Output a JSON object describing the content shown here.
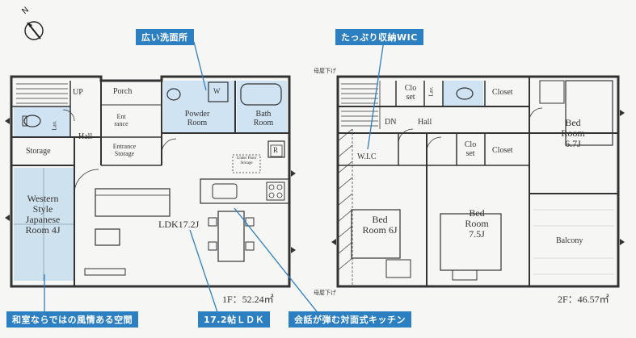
{
  "callouts": {
    "washroom": "広い洗面所",
    "wic": "たっぷり収納WIC",
    "japanese_room": "和室ならではの風情ある空間",
    "ldk": "17.2帖ＬＤＫ",
    "kitchen": "会話が弾む対面式キッチン"
  },
  "floor1": {
    "area": "1F：52.24㎡",
    "rooms": {
      "up": "UP",
      "porch": "Porch",
      "powder_room": "Powder Room",
      "bath_room": "Bath Room",
      "w_mark": "W",
      "hall": "Hall",
      "entrance": "Ent rance",
      "entrance_storage": "Entrance Storage",
      "storage": "Storage",
      "western_japanese": "Western Style Japanese Room 4J",
      "ldk": "LDK17.2J",
      "under_floor": "Under Floor Storage",
      "r_mark": "R",
      "lav": "Lav."
    }
  },
  "floor2": {
    "area": "2F：46.57㎡",
    "rooms": {
      "dn": "DN",
      "hall": "Hall",
      "closet_a": "Clo set",
      "lav": "Lav.",
      "closet_b": "Closet",
      "bed1": "Bed Room 6.7J",
      "wic": "W.I.C",
      "closet_c": "Clo set",
      "closet_d": "Closet",
      "bed2": "Bed Room 6J",
      "bed3": "Bed Room 7.5J",
      "balcony": "Balcony",
      "ceiling_top": "母屋下げ",
      "ceiling_bottom": "母屋下げ"
    }
  },
  "compass": {
    "north": "N"
  },
  "colors": {
    "callout_bg": "#2c7fc0",
    "wet_area": "#cfe3f3",
    "tatami": "#cde2ee",
    "wall": "#333333"
  }
}
